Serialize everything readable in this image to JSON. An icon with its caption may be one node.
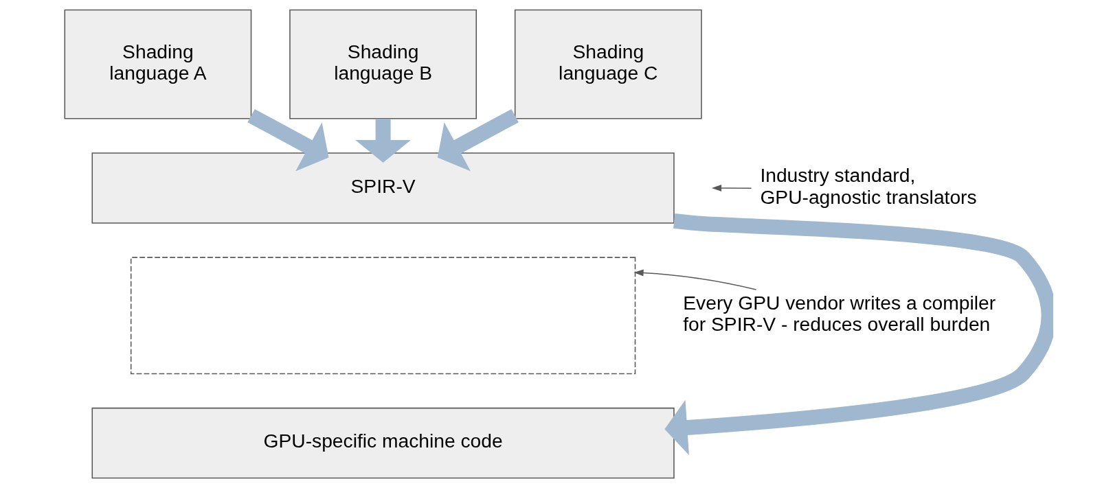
{
  "diagram": {
    "nodes": [
      {
        "text": [
          "Shading language A"
        ]
      },
      {
        "text": [
          "Shading language B"
        ]
      },
      {
        "text": [
          "Shading language C"
        ]
      },
      {
        "text": [
          "SPIR-V"
        ]
      },
      {
        "text": [],
        "shape": "box"
      },
      {
        "text": [
          "GPU-specific machine code"
        ]
      },
      {
        "text": [
          "Industry standard, GPU-agnostic translators"
        ]
      },
      {
        "text": [
          "Every GPU vendor writes a compiler for SPIR-V - reduces overall burden"
        ]
      }
    ],
    "edges": [
      {
        "from": 0,
        "to": 3,
        "arrow": "to"
      },
      {
        "from": 1,
        "to": 3,
        "arrow": "to"
      },
      {
        "from": 2,
        "to": 3,
        "arrow": "to"
      },
      {
        "from": 3,
        "to": 5,
        "arrow": "to"
      },
      {
        "from": 6,
        "to": null,
        "arrow": "to",
        "color": "#595959"
      },
      {
        "from": 7,
        "to": 4,
        "arrow": "to",
        "color": "#595959"
      }
    ]
  }
}
